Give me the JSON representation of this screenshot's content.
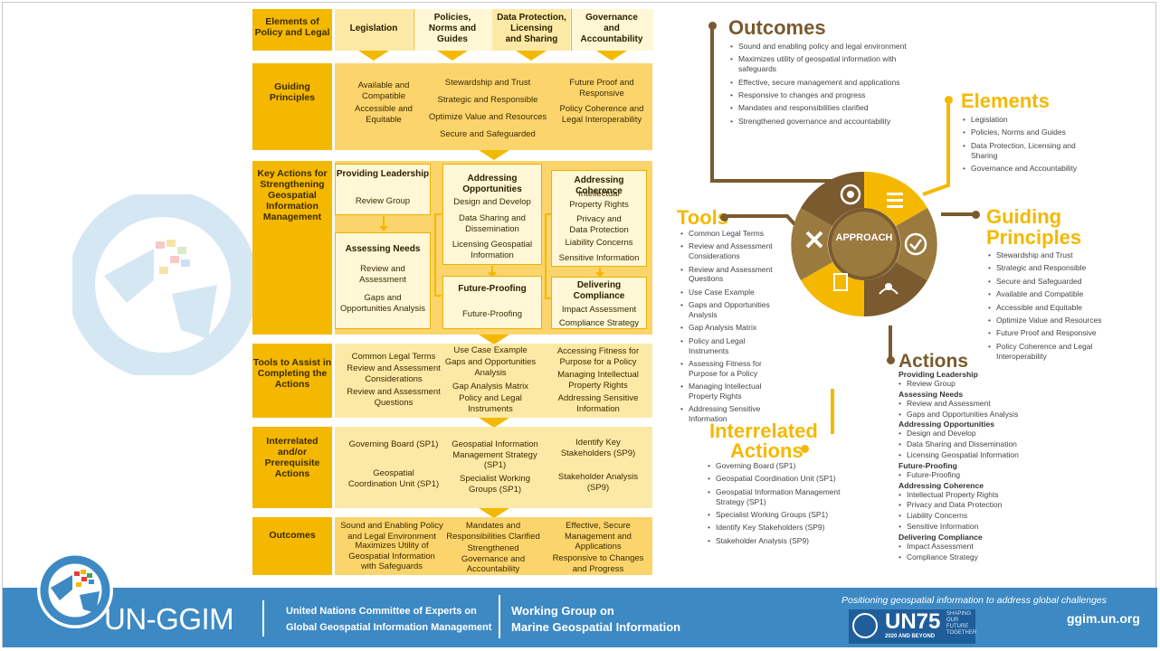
{
  "table": {
    "rows": [
      {
        "label": "Elements of\nPolicy and Legal",
        "cells": [
          "Legislation",
          "Policies,\nNorms and\nGuides",
          "Data Protection,\nLicensing\nand Sharing",
          "Governance\nand\nAccountability"
        ]
      },
      {
        "label": "Guiding\nPrinciples",
        "cells": [
          "Available and\nCompatible",
          "Accessible and\nEquitable",
          "Stewardship and Trust",
          "Strategic and Responsible",
          "Optimize Value and Resources",
          "Secure and Safeguarded",
          "Future Proof and\nResponsive",
          "Policy Coherence and\nLegal Interoperability"
        ]
      },
      {
        "label": "Key Actions for\nStrengthening\nGeospatial\nInformation\nManagement"
      },
      {
        "label": "Tools to Assist\nin Completing\nthe Actions",
        "cells": [
          "Common Legal Terms",
          "Review and Assessment\nConsiderations",
          "Review and Assessment\nQuestions",
          "Use Case Example",
          "Gaps and Opportunities\nAnalysis",
          "Gap Analysis Matrix",
          "Policy and Legal\nInstruments",
          "Accessing Fitness for\nPurpose for a Policy",
          "Managing Intellectual\nProperty Rights",
          "Addressing Sensitive\nInformation"
        ]
      },
      {
        "label": "Interrelated\nand/or\nPrerequisite\nActions",
        "cells": [
          "Governing Board (SP1)",
          "Geospatial\nCoordination Unit (SP1)",
          "Geospatial Information\nManagement Strategy\n(SP1)",
          "Specialist Working\nGroups (SP1)",
          "Identify Key\nStakeholders (SP9)",
          "Stakeholder Analysis\n(SP9)"
        ]
      },
      {
        "label": "Outcomes",
        "cells": [
          "Sound and Enabling Policy\nand Legal Environment",
          "Maximizes Utility of\nGeospatial Information\nwith Safeguards",
          "Mandates and\nResponsibilities Clarified",
          "Strengthened\nGovernance and\nAccountability",
          "Effective, Secure\nManagement and\nApplications",
          "Responsive to Changes\nand Progress"
        ]
      }
    ],
    "key_actions": {
      "leadership": {
        "title": "Providing Leadership",
        "items": [
          "Review Group"
        ]
      },
      "needs": {
        "title": "Assessing Needs",
        "items": [
          "Review and\nAssessment",
          "Gaps and\nOpportunities Analysis"
        ]
      },
      "opportunities": {
        "title": "Addressing\nOpportunities",
        "items": [
          "Design and Develop",
          "Data Sharing and\nDissemination",
          "Licensing Geospatial\nInformation"
        ]
      },
      "future": {
        "title": "Future-Proofing",
        "items": [
          "Future-Proofing"
        ]
      },
      "coherence": {
        "title": "Addressing Coherence",
        "items": [
          "Intellectual\nProperty Rights",
          "Privacy and\nData Protection",
          "Liability Concerns",
          "Sensitive Information"
        ]
      },
      "compliance": {
        "title": "Delivering\nCompliance",
        "items": [
          "Impact Assessment",
          "Compliance Strategy"
        ]
      }
    }
  },
  "wheel": {
    "center": "APPROACH"
  },
  "outcomes": {
    "title": "Outcomes",
    "items": [
      "Sound and enabling policy and legal environment",
      "Maximizes utility of geospatial information with safeguards",
      "Effective, secure management and applications",
      "Responsive to changes and progress",
      "Mandates and responsibilities clarified",
      "Strengthened governance and accountability"
    ]
  },
  "elements": {
    "title": "Elements",
    "items": [
      "Legislation",
      "Policies, Norms and Guides",
      "Data Protection, Licensing and Sharing",
      "Governance and Accountability"
    ]
  },
  "guiding": {
    "title1": "Guiding",
    "title2": "Principles",
    "items": [
      "Stewardship and Trust",
      "Strategic and Responsible",
      "Secure and Safeguarded",
      "Available and Compatible",
      "Accessible and Equitable",
      "Optimize Value and Resources",
      "Future Proof and Responsive",
      "Policy Coherence and Legal Interoperability"
    ]
  },
  "tools": {
    "title": "Tools",
    "items": [
      "Common Legal Terms",
      "Review and Assessment Considerations",
      "Review and Assessment Questions",
      "Use Case Example",
      "Gaps and Opportunities Analysis",
      "Gap Analysis Matrix",
      "Policy and Legal Instruments",
      "Assessing Fitness for Purpose for a Policy",
      "Managing Intellectual Property Rights",
      "Addressing Sensitive Information"
    ]
  },
  "interrelated": {
    "title1": "Interrelated",
    "title2": "Actions",
    "items": [
      "Governing Board (SP1)",
      "Geospatial Coordination Unit (SP1)",
      "Geospatial Information Management Strategy (SP1)",
      "Specialist Working Groups (SP1)",
      "Identify Key Stakeholders (SP9)",
      "Stakeholder Analysis (SP9)"
    ]
  },
  "actions": {
    "title": "Actions",
    "groups": [
      {
        "name": "Providing Leadership",
        "items": [
          "Review Group"
        ]
      },
      {
        "name": "Assessing Needs",
        "items": [
          "Review and Assessment",
          "Gaps and Opportunities Analysis"
        ]
      },
      {
        "name": "Addressing Opportunities",
        "items": [
          "Design and Develop",
          "Data Sharing and Dissemination",
          "Licensing Geospatial Information"
        ]
      },
      {
        "name": "Future-Proofing",
        "items": [
          "Future-Proofing"
        ]
      },
      {
        "name": "Addressing Coherence",
        "items": [
          "Intellectual Property Rights",
          "Privacy and Data Protection",
          "Liability Concerns",
          "Sensitive Information"
        ]
      },
      {
        "name": "Delivering Compliance",
        "items": [
          "Impact Assessment",
          "Compliance Strategy"
        ]
      }
    ]
  },
  "footer": {
    "org": "UN-GGIM",
    "committee1": "United Nations Committee of Experts on",
    "committee2": "Global Geospatial Information Management",
    "wg1": "Working Group on",
    "wg2": "Marine Geospatial Information",
    "tagline": "Positioning geospatial information to address global challenges",
    "un75": "UN75",
    "un75_sub": "2020 AND BEYOND",
    "shaping": "SHAPING\nOUR\nFUTURE\nTOGETHER",
    "url": "ggim.un.org"
  },
  "colors": {
    "gold": "#f5b800",
    "brown": "#7a5a2e",
    "blue": "#3d89c4"
  }
}
